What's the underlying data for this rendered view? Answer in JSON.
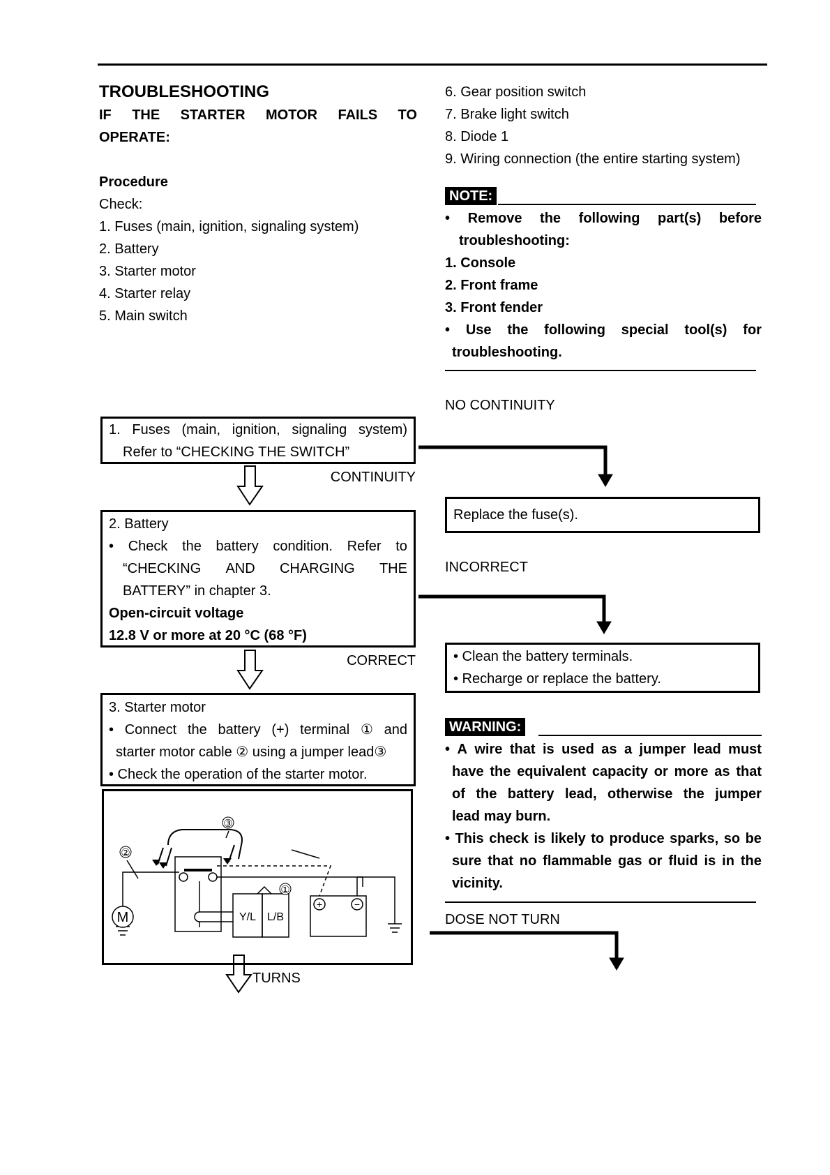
{
  "left": {
    "title": "TROUBLESHOOTING",
    "subtitle_words": [
      "IF",
      "THE",
      "STARTER",
      "MOTOR",
      "FAILS",
      "TO"
    ],
    "subtitle_line2": "OPERATE:",
    "procedure_label": "Procedure",
    "check_label": "Check:",
    "check_items": [
      "1. Fuses (main, ignition, signaling system)",
      "2. Battery",
      "3. Starter motor",
      "4. Starter relay",
      "5. Main switch"
    ]
  },
  "right": {
    "check_items": [
      "6. Gear position switch",
      "7. Brake light switch",
      "8. Diode 1",
      "9. Wiring connection (the entire starting system)"
    ],
    "note_label": "NOTE:",
    "note_line1_words": [
      "•",
      "Remove",
      "the",
      "following",
      "part(s)",
      "before"
    ],
    "note_line1b": "troubleshooting:",
    "note_parts": [
      "1. Console",
      "2. Front frame",
      "3. Front fender"
    ],
    "note_line2_words": [
      "•",
      "Use",
      "the",
      "following",
      "special",
      "tool(s)",
      "for"
    ],
    "note_line2b": "troubleshooting."
  },
  "flow": {
    "step1_line1_words": [
      "1.",
      "Fuses",
      "(main,",
      "ignition,",
      "signaling",
      "system)"
    ],
    "step1_line2": "Refer to “CHECKING THE SWITCH”",
    "step1_no": "NO CONTINUITY",
    "step1_yes": "CONTINUITY",
    "step1_fix": "Replace the fuse(s).",
    "step2_title": "2. Battery",
    "step2_line1_words": [
      "•",
      "Check",
      "the",
      "battery",
      "condition.",
      "Refer",
      "to"
    ],
    "step2_line2_words": [
      "“CHECKING",
      "AND",
      "CHARGING",
      "THE"
    ],
    "step2_line3": "BATTERY” in chapter 3.",
    "step2_spec_label": "Open-circuit voltage",
    "step2_spec_value": "12.8 V or more at 20 °C (68 °F)",
    "step2_no": "INCORRECT",
    "step2_yes": "CORRECT",
    "step2_fix1": "• Clean the battery terminals.",
    "step2_fix2": "• Recharge or replace the battery.",
    "step3_title": "3. Starter motor",
    "step3_line1_words": [
      "•",
      "Connect",
      "the",
      "battery",
      "(+)",
      "terminal",
      "①",
      "and"
    ],
    "step3_line2": "starter motor cable ② using a jumper lead③",
    "step3_line3": "• Check the operation of the starter motor.",
    "step3_no": "DOSE NOT TURN",
    "step3_yes": "TURNS",
    "warning_label": "WARNING:",
    "warning_lines": [
      [
        "•",
        "A",
        "wire",
        "that",
        "is",
        "used",
        "as",
        "a",
        "jumper",
        "lead",
        "must"
      ],
      [
        "have",
        "the",
        "equivalent",
        "capacity",
        "or",
        "more",
        "as",
        "that"
      ],
      [
        "of",
        "the",
        "battery",
        "lead,",
        "otherwise",
        "the",
        "jumper"
      ],
      [
        "lead may burn."
      ],
      [
        "•",
        "This",
        "check",
        "is",
        "likely",
        "to",
        "produce",
        "sparks,",
        "so",
        "be"
      ],
      [
        "sure",
        "that",
        "no",
        "flammable",
        "gas",
        "or",
        "fluid",
        "is",
        "in",
        "the"
      ],
      [
        "vicinity."
      ]
    ]
  },
  "diagram": {
    "callout1": "①",
    "callout2": "②",
    "callout3": "③",
    "motor_label": "M",
    "relay_left": "Y/L",
    "relay_right": "L/B",
    "battery_plus": "+",
    "battery_minus": "−"
  }
}
